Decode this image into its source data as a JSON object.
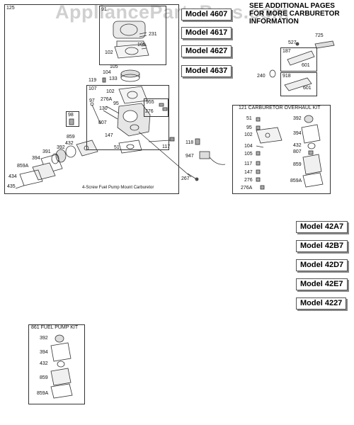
{
  "watermark": "AppliancePartsPros.com",
  "note": [
    "SEE ADDITIONAL PAGES",
    "FOR MORE CARBURETOR",
    "INFORMATION"
  ],
  "models": {
    "top": [
      "Model 4607",
      "Model 4617",
      "Model 4627",
      "Model 4637"
    ],
    "right": [
      "Model 42A7",
      "Model 42B7",
      "Model 42D7",
      "Model 42E7",
      "Model 4227"
    ]
  },
  "main_box": {
    "ref": "125",
    "caption": "4-Screw Fuel Pump Mount Carburetor",
    "sub_boxes": {
      "b91": "91",
      "b107": "107",
      "b98": "98",
      "b955": "955",
      "b276": "276"
    }
  },
  "labels": {
    "l231": "231",
    "l109": "109",
    "l102a": "102",
    "l105": "105",
    "l104": "104",
    "l133": "133",
    "l119": "119",
    "l102b": "102",
    "l130": "130",
    "l97": "97",
    "l276a": "276A",
    "l95": "95",
    "l807": "807",
    "l147": "147",
    "l51": "51",
    "l117": "117",
    "l859": "859",
    "l432": "432",
    "l391": "391",
    "l392": "392",
    "l394": "394",
    "l859a": "859A",
    "l434": "434",
    "l435": "435",
    "l118": "118",
    "l947": "947",
    "l267": "267",
    "l725": "725",
    "l527": "527",
    "l187": "187",
    "l601a": "601",
    "l240": "240",
    "l918": "918",
    "l601b": "601"
  },
  "overhaul_kit": {
    "title": "121 CARBURETOR OVERHAUL KIT",
    "left": [
      "51",
      "95",
      "102",
      "104",
      "105",
      "117",
      "147",
      "276",
      "276A"
    ],
    "right": [
      "392",
      "394",
      "432",
      "807",
      "859",
      "859A"
    ]
  },
  "fuel_pump_kit": {
    "title": "861 FUEL PUMP KIT",
    "items": [
      "392",
      "394",
      "432",
      "859",
      "859A"
    ]
  }
}
